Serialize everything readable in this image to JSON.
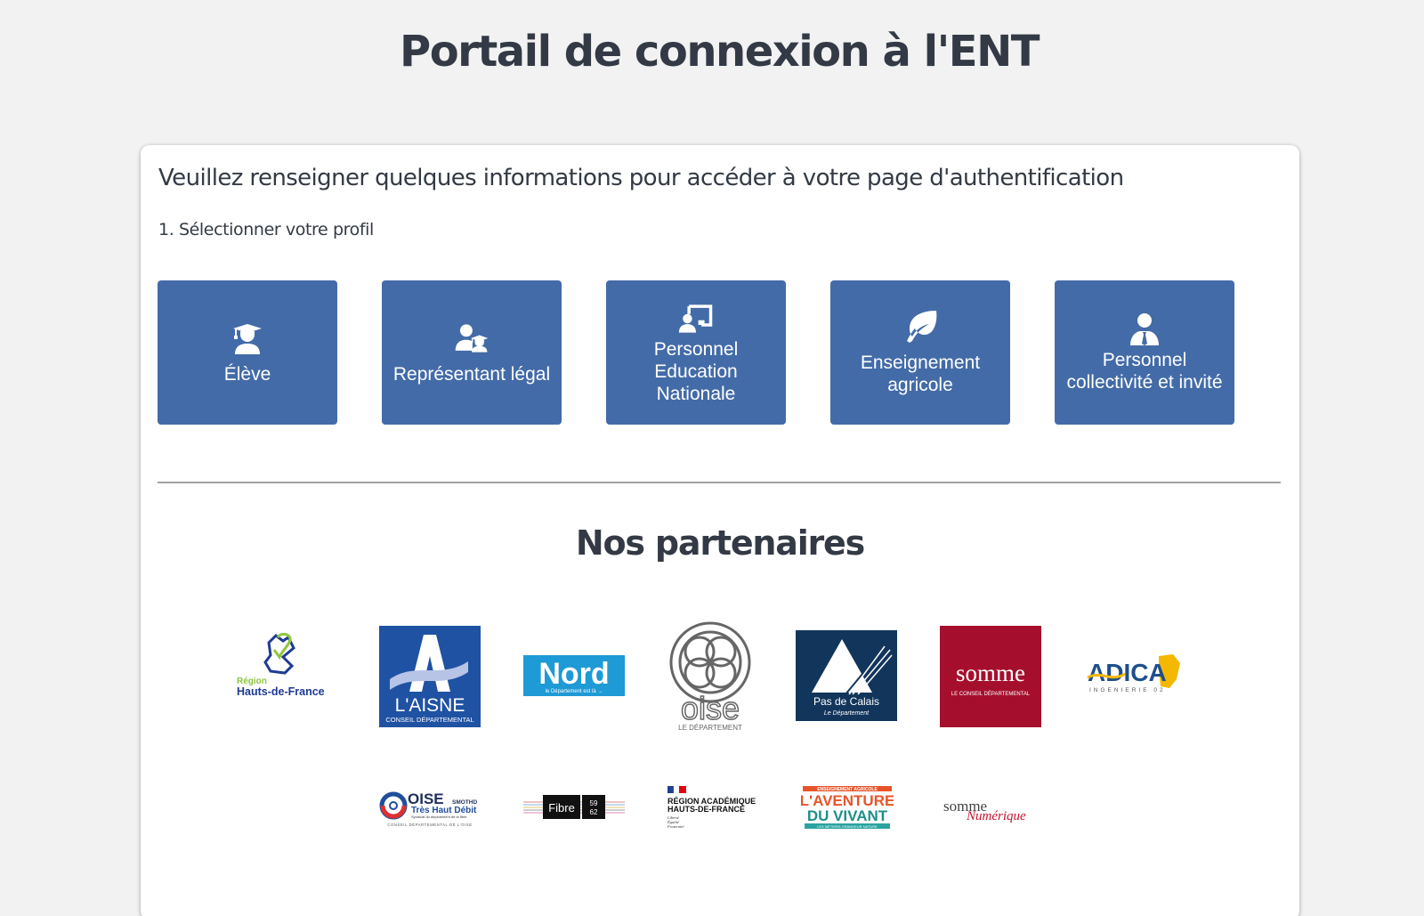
{
  "header": {
    "title": "Portail de connexion à l'ENT"
  },
  "form": {
    "intro": "Veuillez renseigner quelques informations pour accéder à votre page d'authentification",
    "step_label": "1. Sélectionner votre profil",
    "accent_color": "#436ba8",
    "profiles": [
      {
        "label": "Élève",
        "icon": "student-graduation-cap-icon"
      },
      {
        "label": "Représentant légal",
        "icon": "parent-with-student-icon"
      },
      {
        "label": "Personnel Education Nationale",
        "icon": "teacher-at-board-icon"
      },
      {
        "label": "Enseignement agricole",
        "icon": "leaf-icon"
      },
      {
        "label": "Personnel collectivité et invité",
        "icon": "person-with-tie-icon"
      }
    ]
  },
  "partners": {
    "title": "Nos partenaires",
    "logos": [
      {
        "name": "Région Hauts-de-France",
        "line1": "Région",
        "line2": "Hauts-de-France"
      },
      {
        "name": "L'Aisne Conseil Départemental",
        "line1": "L'AISNE",
        "line2": "CONSEIL DÉPARTEMENTAL"
      },
      {
        "name": "Nord",
        "line1": "Nord",
        "line2": "le Département est là →"
      },
      {
        "name": "Oise Le Département",
        "line1": "oise",
        "line2": "LE DÉPARTEMENT"
      },
      {
        "name": "Pas de Calais Le Département",
        "line1": "Pas de Calais",
        "line2": "Le Département"
      },
      {
        "name": "Somme Le Conseil Départemental",
        "line1": "somme",
        "line2": "LE CONSEIL DÉPARTEMENTAL"
      },
      {
        "name": "ADICA Ingenierie 02",
        "line1": "ADICA",
        "line2": "INGENIERIE 02"
      },
      {
        "name": "Oise SMOTHD Très Haut Débit",
        "line1": "OISE",
        "line1b": "SMOTHD",
        "line2": "Très Haut Débit",
        "line3": "Syndicat du déploiement de la fibre",
        "line4": "CONSEIL DÉPARTEMENTAL DE L'OISE"
      },
      {
        "name": "La Fibre Numérique 59 62",
        "line1": "Fibre",
        "line2": "59",
        "line3": "62"
      },
      {
        "name": "Région Académique Hauts-de-France",
        "line1": "RÉGION ACADÉMIQUE",
        "line2": "HAUTS-DE-FRANCE",
        "line3": "Liberté",
        "line4": "Égalité",
        "line5": "Fraternité"
      },
      {
        "name": "L'Aventure du Vivant",
        "line0": "ENSEIGNEMENT AGRICOLE",
        "line1": "L'AVENTURE",
        "line2": "DU VIVANT",
        "line3": "LES MÉTIERS GRANDEUR NATURE"
      },
      {
        "name": "Somme Numérique",
        "line1": "somme",
        "line2": "Numérique"
      }
    ]
  }
}
